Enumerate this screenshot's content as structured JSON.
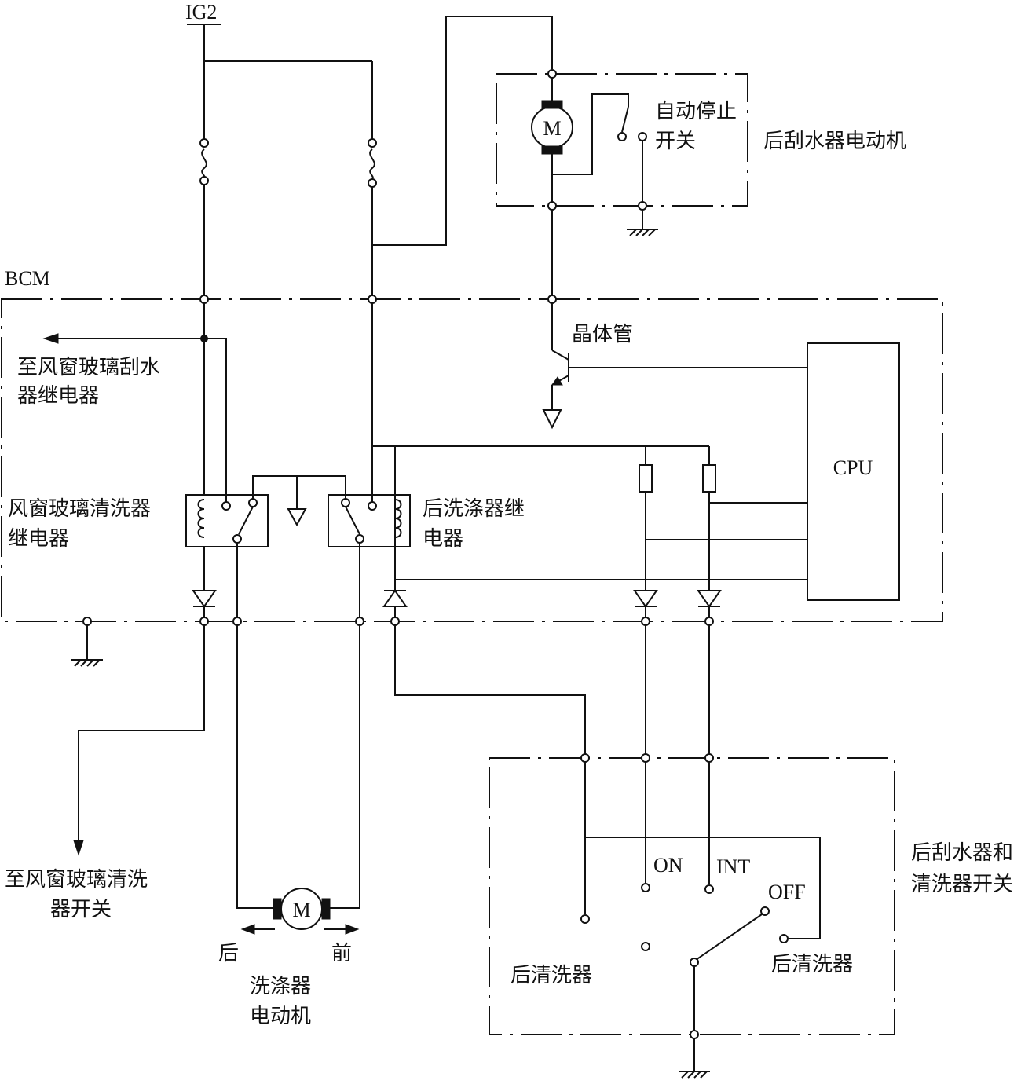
{
  "labels": {
    "ig2": "IG2",
    "bcm": "BCM",
    "auto_stop_switch_1": "自动停止",
    "auto_stop_switch_2": "开关",
    "rear_wiper_motor": "后刮水器电动机",
    "transistor": "晶体管",
    "to_wiper_relay_1": "至风窗玻璃刮水",
    "to_wiper_relay_2": "器继电器",
    "cpu": "CPU",
    "windshield_washer_relay_1": "风窗玻璃清洗器",
    "windshield_washer_relay_2": "继电器",
    "rear_washer_relay_1": "后洗涤器继",
    "rear_washer_relay_2": "电器",
    "to_washer_switch_1": "至风窗玻璃清洗",
    "to_washer_switch_2": "器开关",
    "rear": "后",
    "front": "前",
    "washer_motor_1": "洗涤器",
    "washer_motor_2": "电动机",
    "rear_switch_1": "后刮水器和",
    "rear_switch_2": "清洗器开关",
    "on": "ON",
    "int": "INT",
    "off": "OFF",
    "rear_washer_left": "后清洗器",
    "rear_washer_right": "后清洗器",
    "motor_m": "M"
  },
  "colors": {
    "line": "#111111",
    "background": "#ffffff"
  }
}
